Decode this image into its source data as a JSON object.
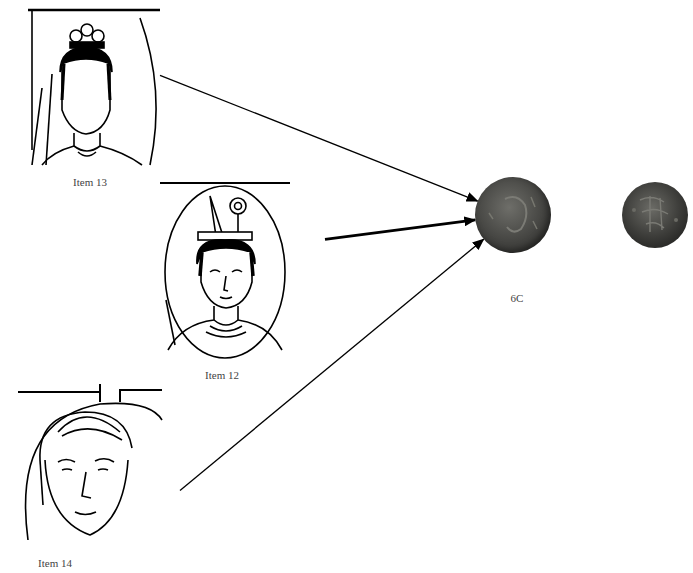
{
  "diagram": {
    "nodes": [
      {
        "text": [
          "Item 13"
        ]
      },
      {
        "text": [
          "Item 12"
        ]
      },
      {
        "text": [
          "Item 14"
        ]
      },
      {
        "text": [
          "6C"
        ]
      }
    ],
    "edges": [
      {
        "from": 0,
        "to": 3,
        "arrow": "to"
      },
      {
        "from": 1,
        "to": 3,
        "arrow": "to"
      },
      {
        "from": 2,
        "to": 3,
        "arrow": "to"
      }
    ]
  }
}
